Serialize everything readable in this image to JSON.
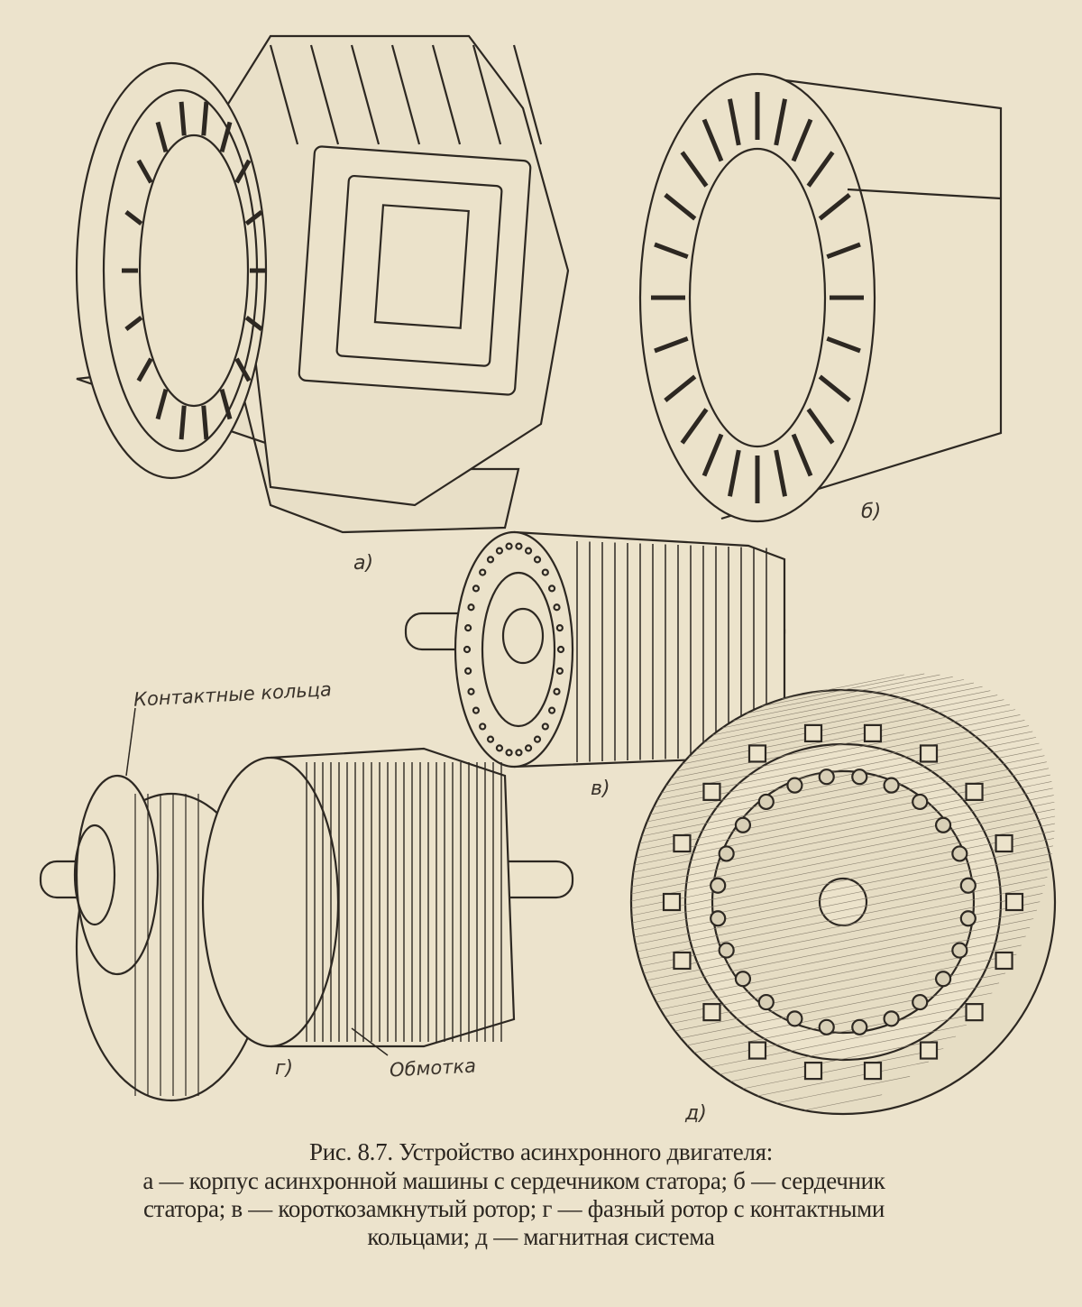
{
  "figure": {
    "labels": {
      "a": "а)",
      "b": "б)",
      "v": "в)",
      "g": "г)",
      "d": "д)"
    },
    "callouts": {
      "slip_rings": "Контактные кольца",
      "winding": "Обмотка"
    },
    "caption": {
      "title": "Рис. 8.7. Устройство асинхронного двигателя:",
      "line1": "а — корпус асинхронной машины с сердечником статора; б — сердечник",
      "line2": "статора; в — короткозамкнутый ротор; г — фазный ротор с контактными",
      "line3": "кольцами; д — магнитная система"
    }
  }
}
